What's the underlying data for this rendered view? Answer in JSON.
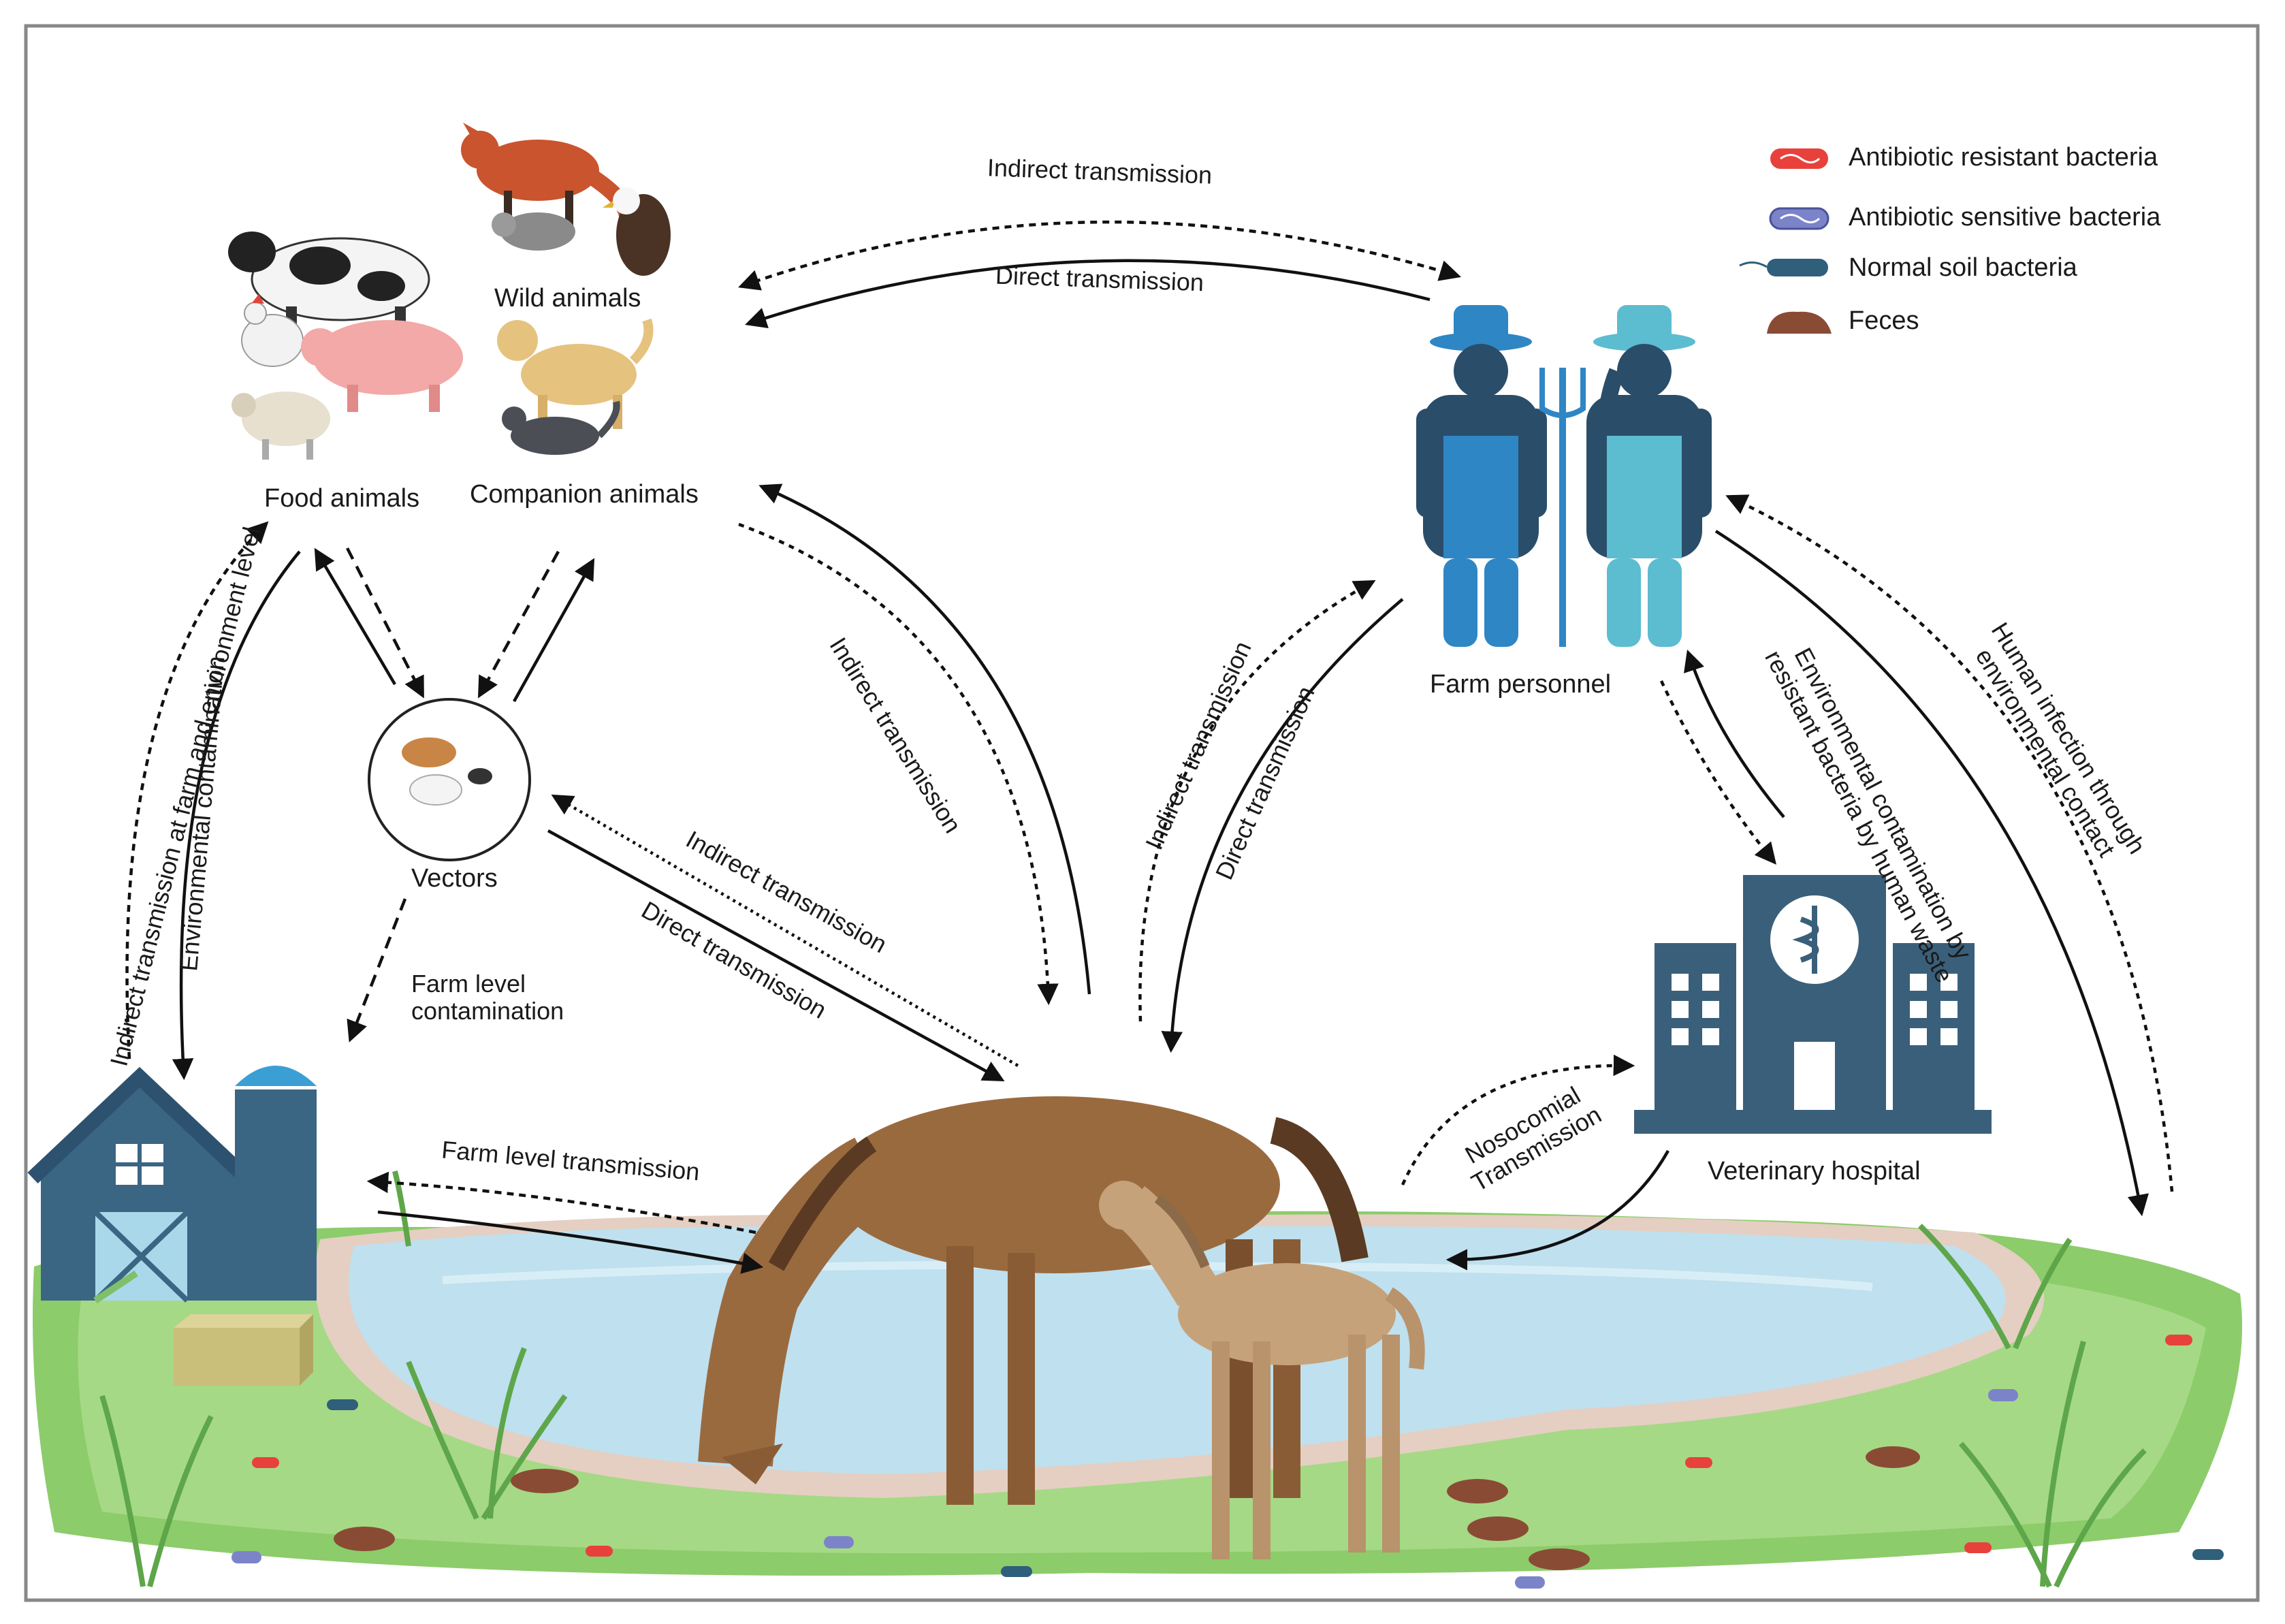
{
  "legend": {
    "items": [
      {
        "label": "Antibiotic resistant bacteria",
        "icon": "red-bacterium-icon",
        "color": "#e8413c"
      },
      {
        "label": "Antibiotic sensitive bacteria",
        "icon": "blue-bacterium-icon",
        "color": "#7b84c9"
      },
      {
        "label": "Normal soil bacteria",
        "icon": "soil-bacterium-icon",
        "color": "#2f5f7a"
      },
      {
        "label": "Feces",
        "icon": "feces-icon",
        "color": "#8a4b35"
      }
    ]
  },
  "nodes": {
    "food_animals": "Food animals",
    "wild_animals": "Wild animals",
    "companion_animals": "Companion animals",
    "vectors": "Vectors",
    "farm_personnel": "Farm personnel",
    "veterinary_hospital": "Veterinary hospital"
  },
  "edges": {
    "top_indirect": "Indirect transmission",
    "top_direct": "Direct transmission",
    "companion_indirect": "Indirect transmission",
    "vectors_indirect": "Indirect transmission",
    "vectors_direct": "Direct transmission",
    "farm_level_contamination": "Farm level\ncontamination",
    "farm_level_transmission": "Farm level transmission",
    "left_indirect": "Indirect transmission at farm and environment level",
    "left_env": "Environmental contamination",
    "personnel_indirect": "Indirect transmission",
    "personnel_direct": "Direct transmission",
    "env_contamination_human": "Environmental contamination by\nresistant bacteria by human waste",
    "human_infection": "Human infection through\nenvironmental contact",
    "nosocomial": "Nosocomial\nTransmission"
  },
  "colors": {
    "barn": "#3a6583",
    "hospital": "#3a5f7a",
    "personnel_dark": "#2f86c4",
    "personnel_light": "#5cbcd0",
    "grass": "#8ccc6a",
    "water": "#bfe0ee",
    "horse": "#9a6a3f",
    "foal": "#c6a27a"
  }
}
